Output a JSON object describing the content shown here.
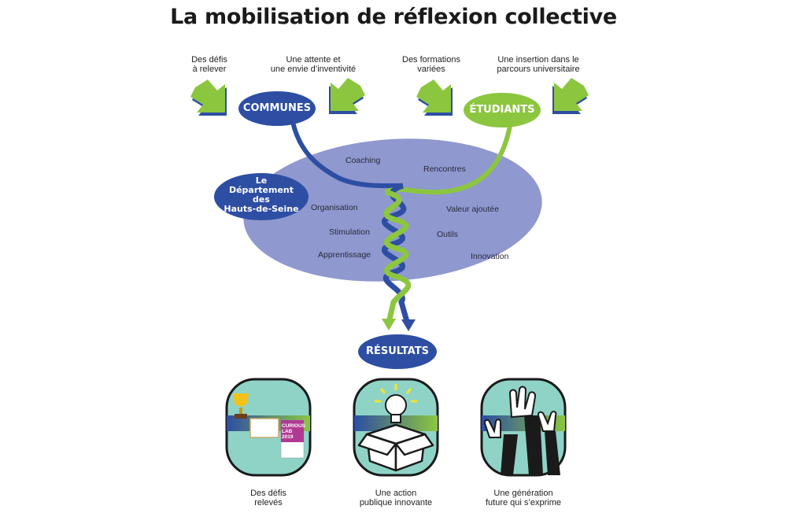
{
  "title": "La mobilisation de réflexion collective",
  "inputs": [
    {
      "line1": "Des défis",
      "line2": "à relever"
    },
    {
      "line1": "Une attente et",
      "line2": "une envie d’inventivité"
    },
    {
      "line1": "Des formations",
      "line2": "variées"
    },
    {
      "line1": "Une insertion dans le",
      "line2": "parcours universitaire"
    }
  ],
  "nodes": {
    "communes": "COMMUNES",
    "etudiants": "ÉTUDIANTS",
    "departement": [
      "Le",
      "Département",
      "des",
      "Hauts-de-Seine"
    ],
    "resultats": "RÉSULTATS"
  },
  "keywords_left": [
    "Coaching",
    "Organisation",
    "Stimulation",
    "Apprentissage"
  ],
  "keywords_right": [
    "Rencontres",
    "Valeur ajoutée",
    "Outils",
    "Innovation"
  ],
  "outcomes": [
    {
      "line1": "Des défis",
      "line2": "relevés",
      "icon": "trophy-certificate-icon"
    },
    {
      "line1": "Une action",
      "line2": "publique innovante",
      "icon": "lightbulb-box-icon"
    },
    {
      "line1": "Une génération",
      "line2": "future qui s’exprime",
      "icon": "raised-hands-icon"
    }
  ],
  "poster": {
    "line1": "CURIOUS",
    "line2": "LAB",
    "year": "2019"
  },
  "colors": {
    "blue": "#2d4ea3",
    "green": "#8cc63f",
    "lavender": "#8f98cf",
    "teal": "#8fd3c7"
  }
}
